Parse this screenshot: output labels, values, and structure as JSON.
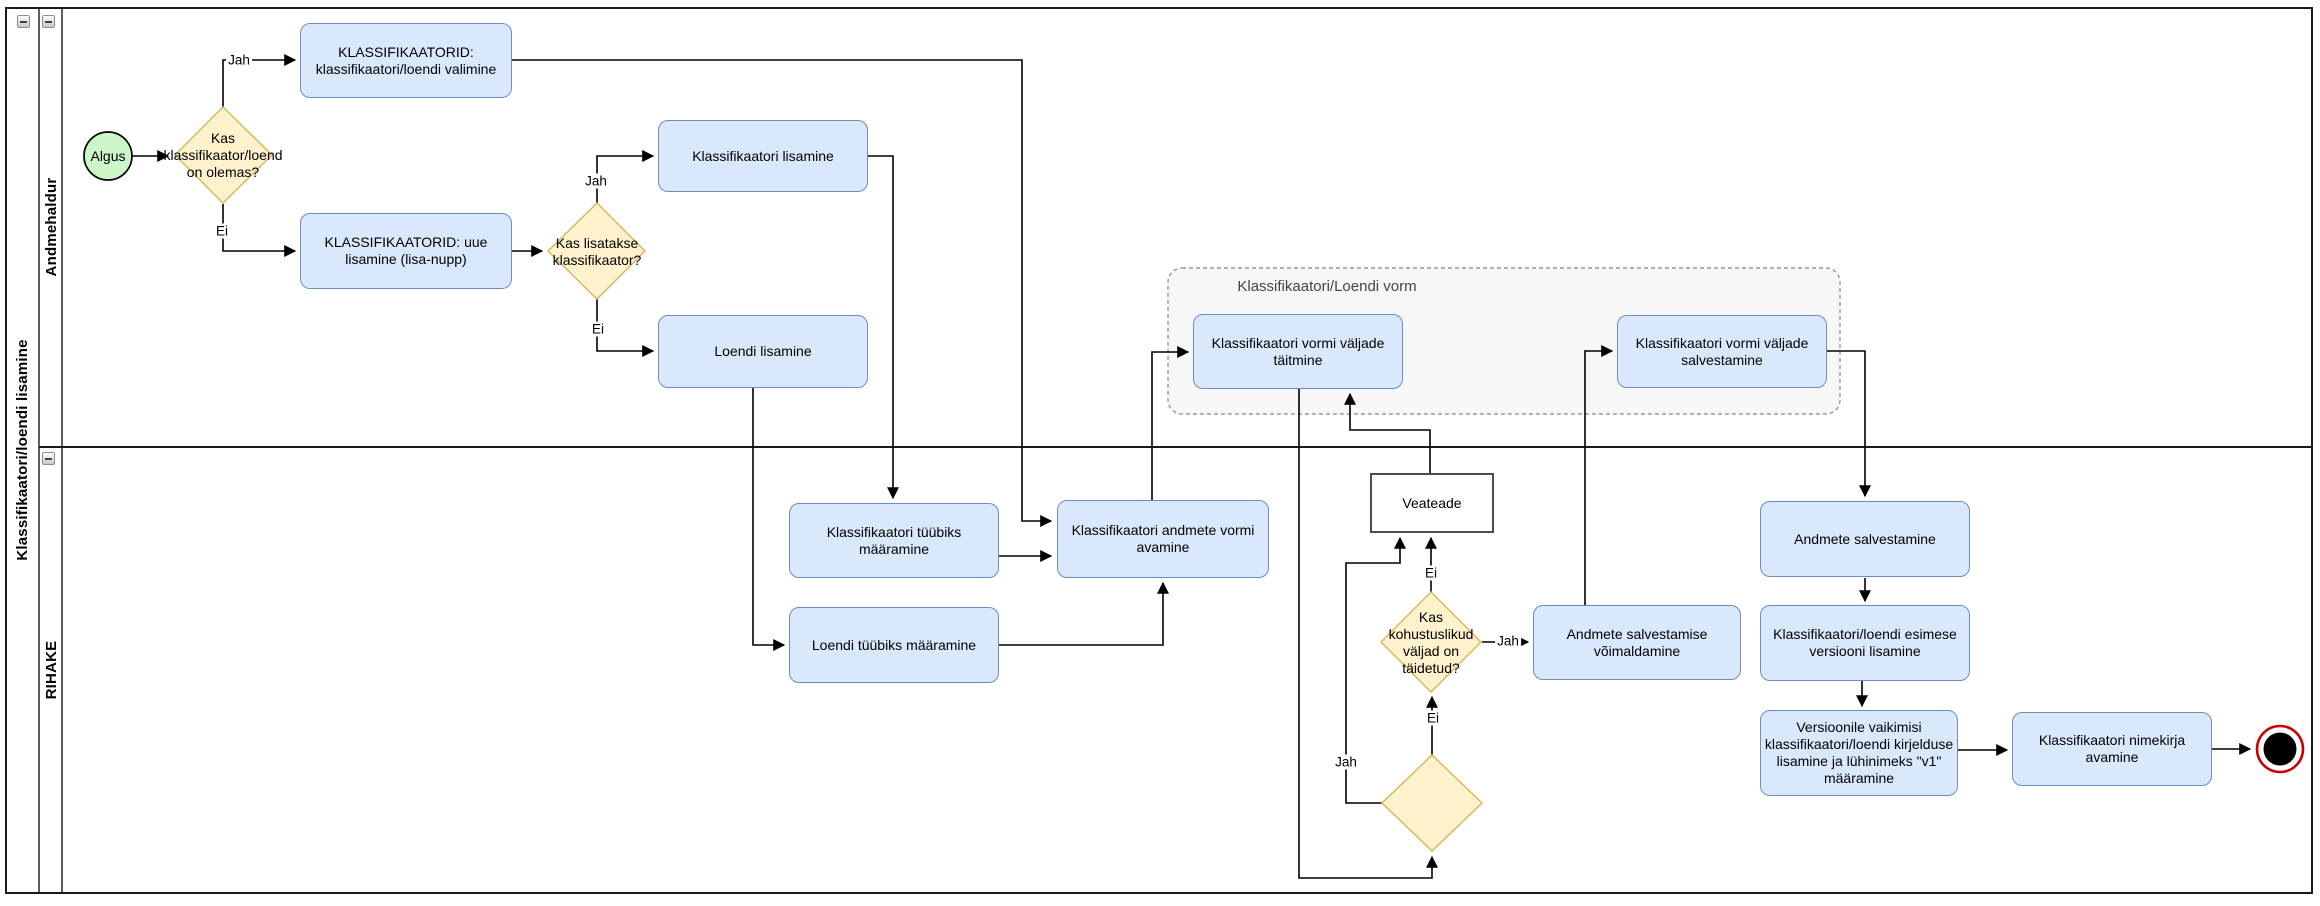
{
  "pool": {
    "title": "Klassifikaatori/loendi lisamine"
  },
  "lanes": {
    "top": "Andmehaldur",
    "bottom": "RIHAKE"
  },
  "group": {
    "label": "Klassifikaatori/Loendi vorm"
  },
  "nodes": {
    "start": {
      "label": "Algus"
    },
    "d_olemas": {
      "label": "Kas\nklassifikaator/loend\non olemas?"
    },
    "valimine": {
      "label": "KLASSIFIKAATORID:\nklassifikaatori/loendi valimine"
    },
    "uue_lisamine": {
      "label": "KLASSIFIKAATORID: uue\nlisamine (lisa-nupp)"
    },
    "d_lisatakse": {
      "label": "Kas lisatakse\nklassifikaator?"
    },
    "klassifikaatori_lisamine": {
      "label": "Klassifikaatori lisamine"
    },
    "loendi_lisamine": {
      "label": "Loendi lisamine"
    },
    "taitmine": {
      "label": "Klassifikaatori vormi väljade\ntäitmine"
    },
    "salvestamine_vorm": {
      "label": "Klassifikaatori vormi väljade\nsalvestamine"
    },
    "tuubiks": {
      "label": "Klassifikaatori tüübiks\nmääramine"
    },
    "avamine": {
      "label": "Klassifikaatori andmete vormi\navamine"
    },
    "loendi_tuubiks": {
      "label": "Loendi tüübiks määramine"
    },
    "veateade": {
      "label": "Veateade"
    },
    "d_kohustuslikud": {
      "label": "Kas\nkohustuslikud\nväljad on\ntäidetud?"
    },
    "voimaldamine": {
      "label": "Andmete salvestamise\nvõimaldamine"
    },
    "andmete_salvestamine": {
      "label": "Andmete salvestamine"
    },
    "esimese_versiooni": {
      "label": "Klassifikaatori/loendi esimese\nversiooni lisamine"
    },
    "versioonile": {
      "label": "Versioonile vaikimisi\nklassifikaatori/loendi kirjelduse\nlisamine ja lühinimeks \"v1\"\nmääramine"
    },
    "nimekirja": {
      "label": "Klassifikaatori nimekirja\navamine"
    }
  },
  "edge_labels": {
    "jah": "Jah",
    "ei": "Ei"
  },
  "colors": {
    "task_fill": "#dae8fc",
    "task_stroke": "#6c8ebf",
    "decision_fill": "#fff2cc",
    "decision_stroke": "#d6b656",
    "start_fill": "#ccf5c8",
    "start_stroke": "#000000",
    "end_ring": "#cc0000",
    "end_core": "#000000",
    "edge_color": "#000000",
    "group_fill": "#f7f7f7",
    "group_stroke": "#999999",
    "note_stroke": "#4d4d4d",
    "pool_stroke": "#1a1a1a"
  }
}
